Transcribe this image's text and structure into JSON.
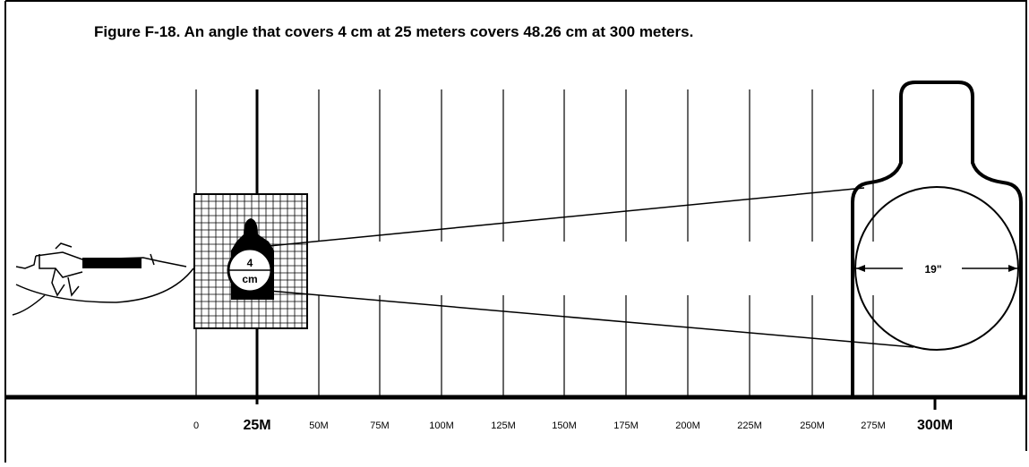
{
  "figure": {
    "title": "Figure F-18. An angle that covers 4 cm at 25 meters covers 48.26 cm at 300 meters.",
    "target_near_label": "4",
    "target_near_unit": "cm",
    "target_far_label": "19\"",
    "distance_ticks": [
      "0",
      "25M",
      "50M",
      "75M",
      "100M",
      "125M",
      "150M",
      "175M",
      "200M",
      "225M",
      "250M",
      "275M",
      "300M"
    ],
    "emphasized_ticks": [
      "25M",
      "300M"
    ],
    "line_color": "#000000",
    "background_color": "#ffffff"
  }
}
